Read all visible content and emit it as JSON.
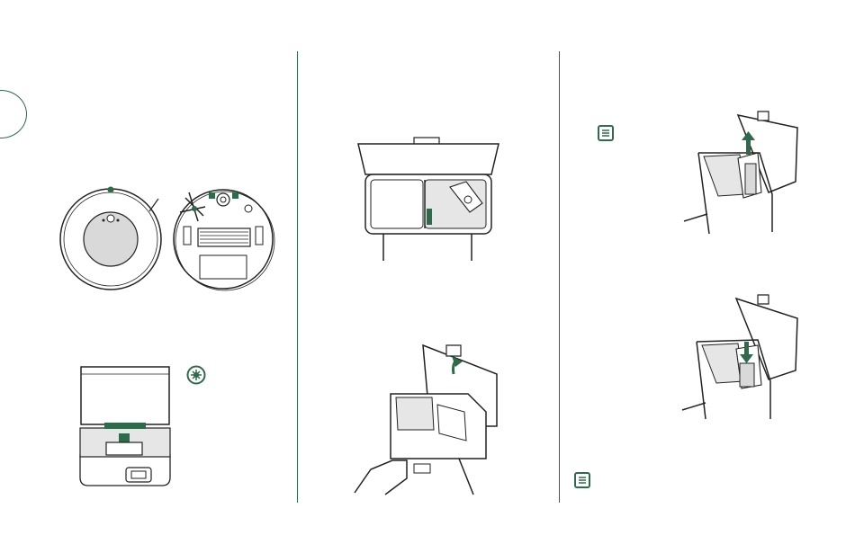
{
  "colors": {
    "accent_green": "#2f6b4a",
    "line": "#222222",
    "fill_light": "#e6e6e6",
    "fill_gray": "#d9d9d9"
  },
  "icons": [
    "step-number-circle",
    "roomba-top-view",
    "roomba-bottom-view",
    "clean-base-dock",
    "home-button-icon",
    "bin-open-lid",
    "bin-lid-lift",
    "note-icon",
    "bag-removal",
    "bag-insertion"
  ]
}
